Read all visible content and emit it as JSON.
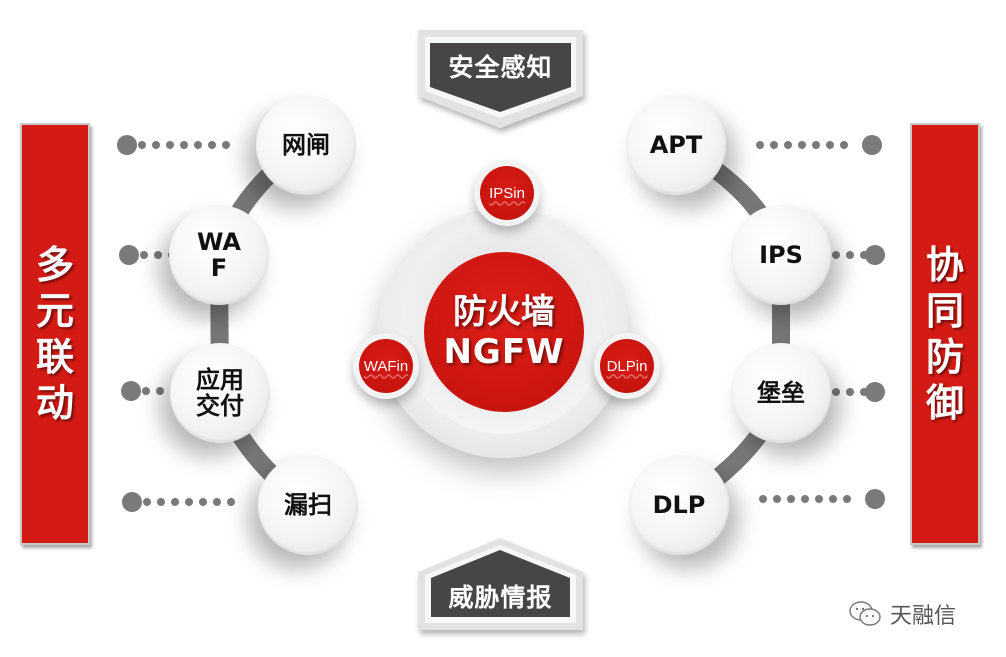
{
  "diagram": {
    "left_bar": {
      "label": "多元联动"
    },
    "right_bar": {
      "label": "协同防御"
    },
    "top_badge": {
      "label": "安全感知"
    },
    "bottom_badge": {
      "label": "威胁情报"
    },
    "center": {
      "title_cn": "防火墙",
      "title_en": "NGFW",
      "satellites": [
        {
          "label": "IPSin"
        },
        {
          "label": "WAFin"
        },
        {
          "label": "DLPin"
        }
      ]
    },
    "left_nodes": [
      {
        "label": "网闸"
      },
      {
        "label": "WAF"
      },
      {
        "label": "应用交付"
      },
      {
        "label": "漏扫"
      }
    ],
    "right_nodes": [
      {
        "label": "APT"
      },
      {
        "label": "IPS"
      },
      {
        "label": "堡垒"
      },
      {
        "label": "DLP"
      }
    ],
    "watermark": {
      "label": "天融信",
      "icon": "wechat-icon"
    },
    "colors": {
      "accent_red": "#d41a14",
      "badge_dark": "#474444",
      "connector_gray": "#7a7a7a"
    }
  }
}
